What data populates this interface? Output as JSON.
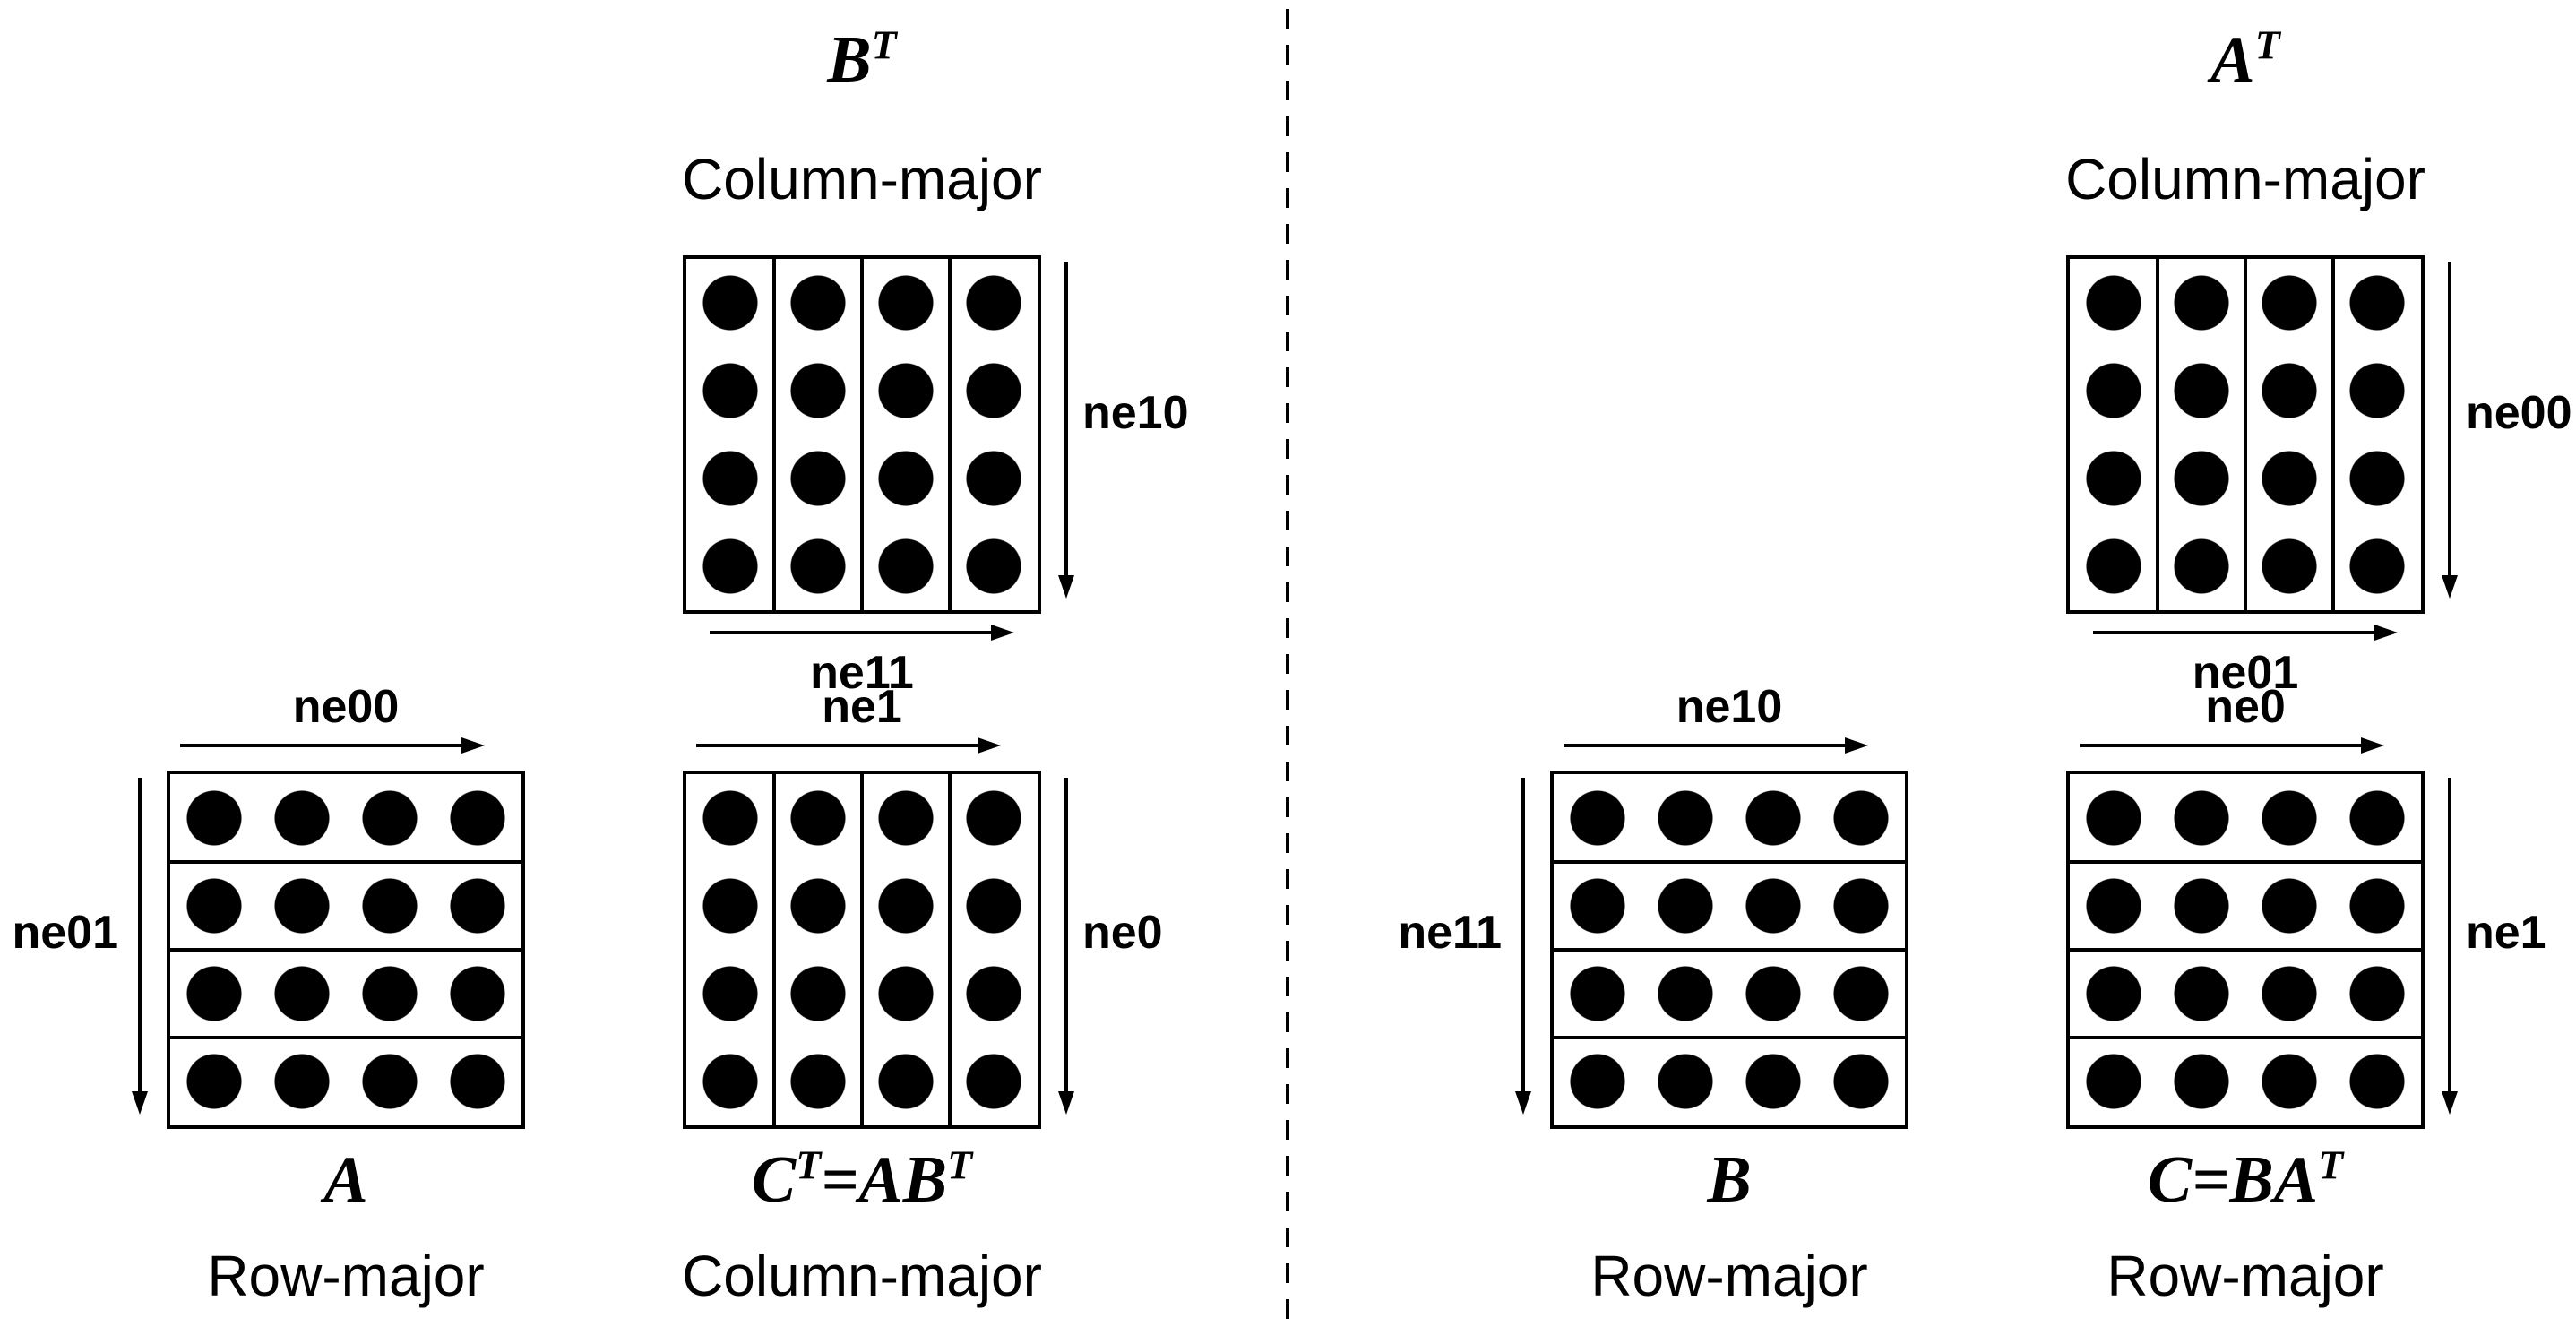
{
  "figure": {
    "description_left_panel": "left",
    "description_right_panel": "right"
  },
  "grid": {
    "rows": 4,
    "cols": 4,
    "dot_color": "#000000",
    "line_color": "#000000"
  },
  "colors": {
    "ink": "#000000",
    "background": "#ffffff"
  },
  "matrices": {
    "b_transpose": {
      "name_parts": {
        "t1": "B",
        "s1": "T",
        "t2": "",
        "s2": ""
      },
      "layout_label": "Column-major",
      "vertical_axis_label": "ne10",
      "horizontal_axis_label": "ne11",
      "orientation": "columns"
    },
    "a": {
      "name_parts": {
        "t1": "A",
        "s1": "",
        "t2": "",
        "s2": ""
      },
      "layout_label": "Row-major",
      "horizontal_axis_label": "ne00",
      "vertical_axis_label": "ne01",
      "orientation": "rows"
    },
    "c_transpose": {
      "name_parts": {
        "t1": "C",
        "s1": "T",
        "t2": "=AB",
        "s2": "T"
      },
      "layout_label": "Column-major",
      "horizontal_axis_label": "ne1",
      "vertical_axis_label": "ne0",
      "orientation": "columns"
    },
    "a_transpose": {
      "name_parts": {
        "t1": "A",
        "s1": "T",
        "t2": "",
        "s2": ""
      },
      "layout_label": "Column-major",
      "vertical_axis_label": "ne00",
      "horizontal_axis_label": "ne01",
      "orientation": "columns"
    },
    "b": {
      "name_parts": {
        "t1": "B",
        "s1": "",
        "t2": "",
        "s2": ""
      },
      "layout_label": "Row-major",
      "horizontal_axis_label": "ne10",
      "vertical_axis_label": "ne11",
      "orientation": "rows"
    },
    "c": {
      "name_parts": {
        "t1": "C=BA",
        "s1": "T",
        "t2": "",
        "s2": ""
      },
      "layout_label": "Row-major",
      "horizontal_axis_label": "ne0",
      "vertical_axis_label": "ne1",
      "orientation": "rows"
    }
  }
}
